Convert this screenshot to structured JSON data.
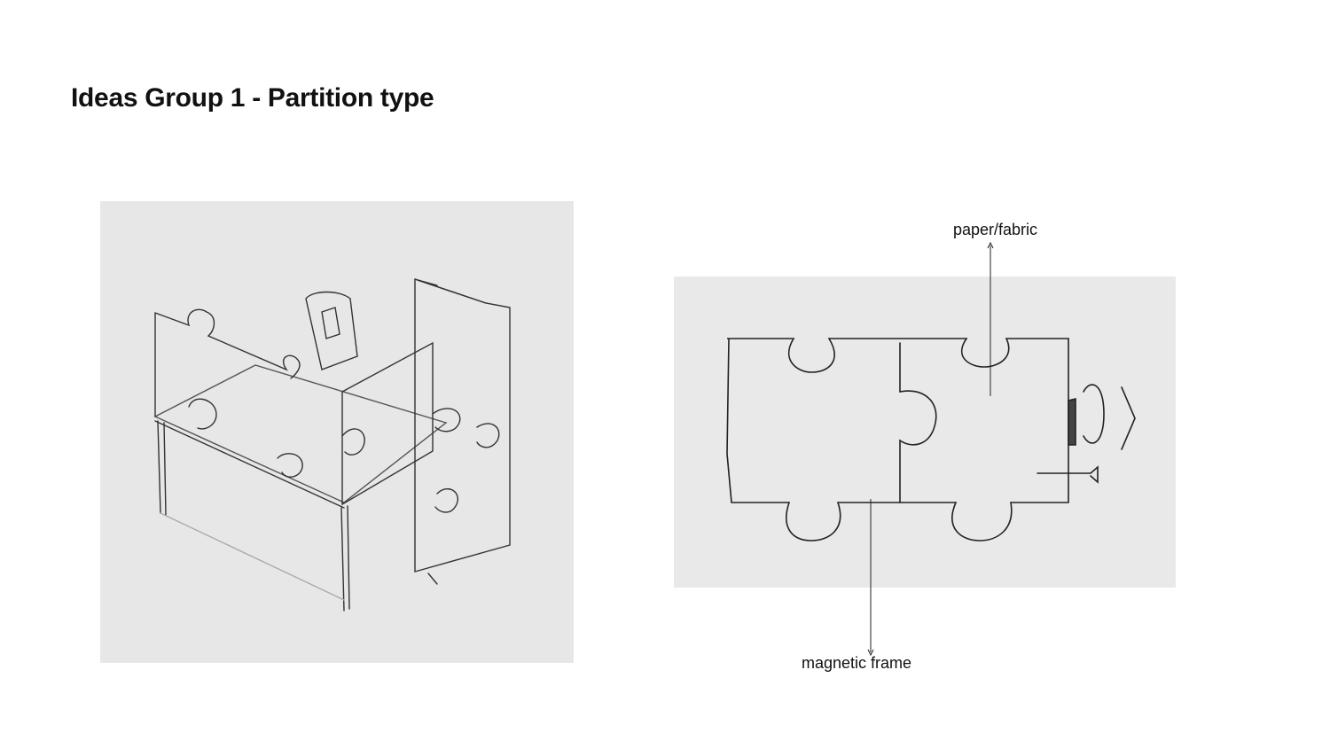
{
  "slide": {
    "title": "Ideas Group 1 - Partition type"
  },
  "annotations": {
    "paper_fabric": "paper/fabric",
    "magnetic_frame": "magnetic frame"
  }
}
